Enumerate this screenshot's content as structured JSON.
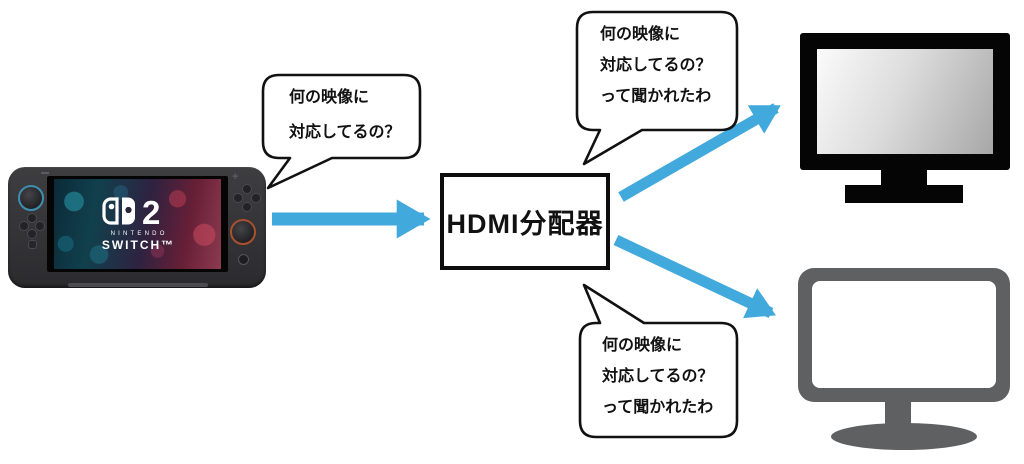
{
  "diagram": {
    "console": {
      "logo_number": "2",
      "brand_line1": "NINTENDO",
      "brand_line2": "SWITCH™"
    },
    "splitter_label": "HDMI分配器",
    "bubbles": {
      "switch_question": {
        "lines": [
          "何の映像に",
          "対応してるの？"
        ]
      },
      "tv_report": {
        "lines": [
          "何の映像に",
          "対応してるの？",
          "って聞かれたわ"
        ]
      },
      "monitor_report": {
        "lines": [
          "何の映像に",
          "対応してるの？",
          "って聞かれたわ"
        ]
      }
    },
    "colors": {
      "arrow_blue": "#41a9dc",
      "monitor_gray": "#5f6062",
      "bubble_border": "#111111",
      "splitter_border": "#0d0d0d"
    }
  }
}
